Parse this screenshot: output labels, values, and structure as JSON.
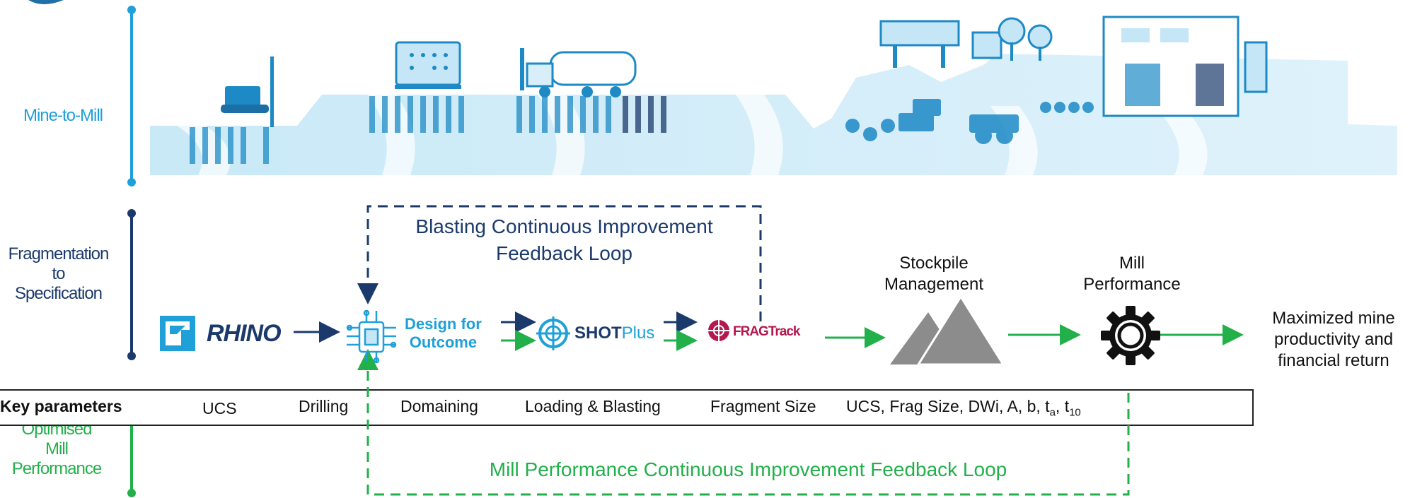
{
  "side_labels": {
    "mine_to_mill": "Mine-to-Mill",
    "fragmentation_line1": "Fragmentation",
    "fragmentation_line2": "to",
    "fragmentation_line3": "Specification",
    "optimised_line1": "Optimised",
    "optimised_line2": "Mill",
    "optimised_line3": "Performance"
  },
  "loops": {
    "blasting_line1": "Blasting Continuous Improvement",
    "blasting_line2": "Feedback Loop",
    "mill": "Mill Performance Continuous Improvement Feedback Loop"
  },
  "logos": {
    "rhino": "RHINO",
    "design_line1": "Design for",
    "design_line2": "Outcome",
    "shotplus_bold": "SHOT",
    "shotplus_light": "Plus",
    "fragtrack": "FRAGTrack"
  },
  "stages": {
    "stockpile_line1": "Stockpile",
    "stockpile_line2": "Management",
    "mill_line1": "Mill",
    "mill_line2": "Performance",
    "outcome_line1": "Maximized mine",
    "outcome_line2": "productivity and",
    "outcome_line3": "financial return"
  },
  "key_parameters": {
    "label": "Key parameters",
    "items": {
      "ucs": "UCS",
      "drilling": "Drilling",
      "domaining": "Domaining",
      "loading": "Loading & Blasting",
      "fragment": "Fragment Size",
      "mill_params": "UCS, Frag Size, DWi, A, b, t",
      "sub_a": "a",
      "sep": ", t",
      "sub_10": "10"
    }
  },
  "colors": {
    "blue_light": "#1fa0d8",
    "blue_dark": "#1b3a6b",
    "green": "#22b04b",
    "grey": "#8c8c8c",
    "fragtrack": "#b5174f"
  },
  "icons": [
    "gear-icon",
    "mountain-icon",
    "circuit-icon",
    "target-icon"
  ]
}
